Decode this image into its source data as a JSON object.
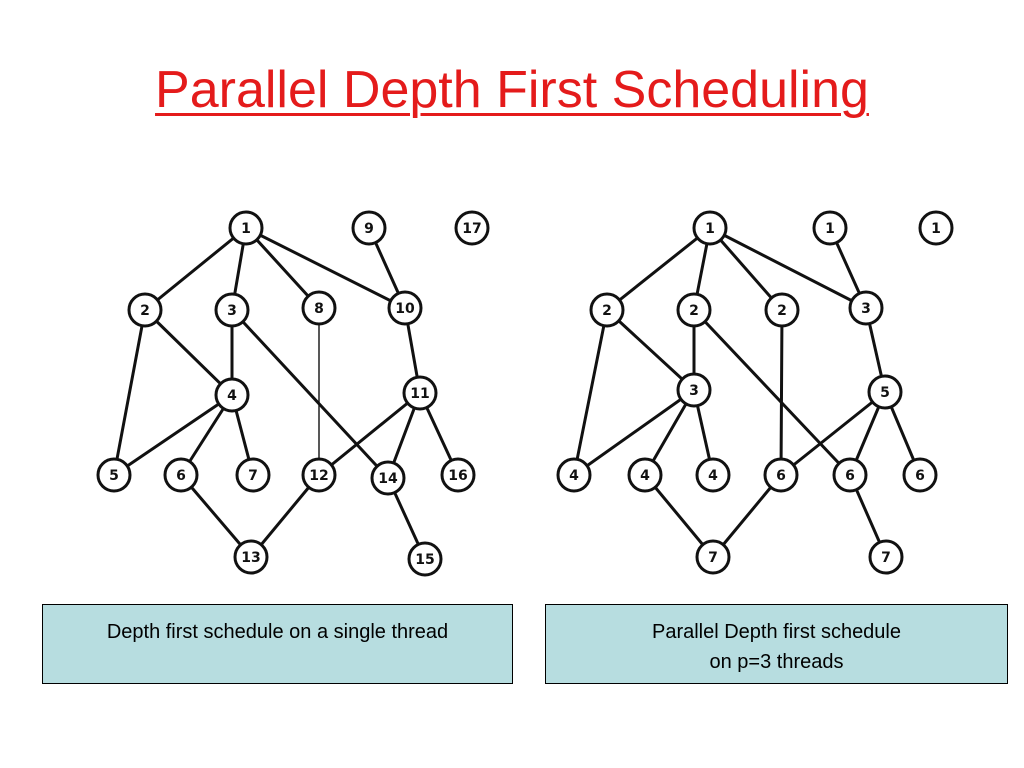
{
  "title": "Parallel Depth First Scheduling",
  "colors": {
    "title": "#e41b1b",
    "caption_bg": "#b7dde0",
    "line": "#111111"
  },
  "left_graph": {
    "node_labels": {
      "1": "1",
      "2": "2",
      "3": "3",
      "4": "4",
      "5": "5",
      "6": "6",
      "7": "7",
      "8": "8",
      "9": "9",
      "10": "10",
      "11": "11",
      "12": "12",
      "13": "13",
      "14": "14",
      "15": "15",
      "16": "16",
      "17": "17"
    },
    "edges": [
      [
        "1",
        "2"
      ],
      [
        "1",
        "3"
      ],
      [
        "1",
        "8"
      ],
      [
        "1",
        "10"
      ],
      [
        "9",
        "10"
      ],
      [
        "2",
        "5"
      ],
      [
        "2",
        "4"
      ],
      [
        "3",
        "4"
      ],
      [
        "3",
        "14"
      ],
      [
        "10",
        "11"
      ],
      [
        "4",
        "5"
      ],
      [
        "4",
        "6"
      ],
      [
        "4",
        "7"
      ],
      [
        "11",
        "12"
      ],
      [
        "11",
        "14"
      ],
      [
        "11",
        "16"
      ],
      [
        "6",
        "13"
      ],
      [
        "12",
        "13"
      ],
      [
        "14",
        "15"
      ]
    ],
    "thin_edges": [
      [
        "8",
        "12"
      ]
    ]
  },
  "right_graph": {
    "node_labels": {
      "1": "1",
      "2": "2",
      "3": "2",
      "4": "3",
      "5": "4",
      "6": "4",
      "7": "4",
      "8": "2",
      "9": "1",
      "10": "3",
      "11": "5",
      "12": "6",
      "13": "7",
      "14": "6",
      "15": "7",
      "16": "6",
      "17": "1"
    },
    "edges": [
      [
        "1",
        "2"
      ],
      [
        "1",
        "3"
      ],
      [
        "1",
        "8"
      ],
      [
        "1",
        "10"
      ],
      [
        "9",
        "10"
      ],
      [
        "2",
        "5"
      ],
      [
        "2",
        "4"
      ],
      [
        "3",
        "4"
      ],
      [
        "3",
        "14"
      ],
      [
        "8",
        "12"
      ],
      [
        "10",
        "11"
      ],
      [
        "4",
        "5"
      ],
      [
        "4",
        "6"
      ],
      [
        "4",
        "7"
      ],
      [
        "11",
        "12"
      ],
      [
        "11",
        "14"
      ],
      [
        "11",
        "16"
      ],
      [
        "6",
        "13"
      ],
      [
        "12",
        "13"
      ],
      [
        "14",
        "15"
      ]
    ],
    "thin_edges": []
  },
  "captions": {
    "left": [
      "Depth first schedule on a single thread"
    ],
    "right": [
      "Parallel Depth first schedule",
      "on p=3 threads"
    ]
  }
}
